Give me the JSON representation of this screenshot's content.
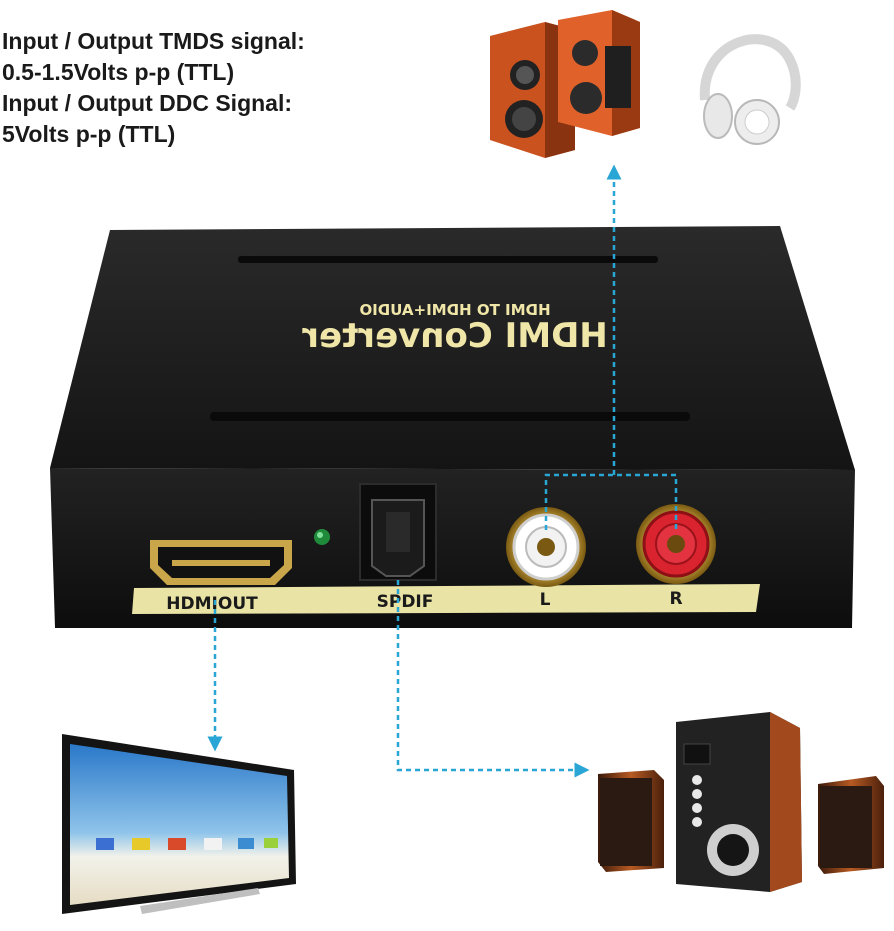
{
  "specs": {
    "line1": "Input / Output TMDS signal:",
    "line2": "0.5-1.5Volts p-p (TTL)",
    "line3": "Input / Output DDC Signal:",
    "line4": "5Volts p-p (TTL)"
  },
  "device": {
    "title_mirrored": "HDMI Converter",
    "subtitle_mirrored": "HDMI TO HDMI+AUDIO"
  },
  "ports": {
    "hdmi_out": "HDMIOUT",
    "spdif": "SPDIF",
    "left": "L",
    "right": "R"
  },
  "colors": {
    "arrow": "#2aa6d6",
    "device_body": "#1c1c1c",
    "label_strip": "#e9e3a6",
    "speaker_orange": "#e0622a",
    "rca_red": "#d9232e"
  }
}
